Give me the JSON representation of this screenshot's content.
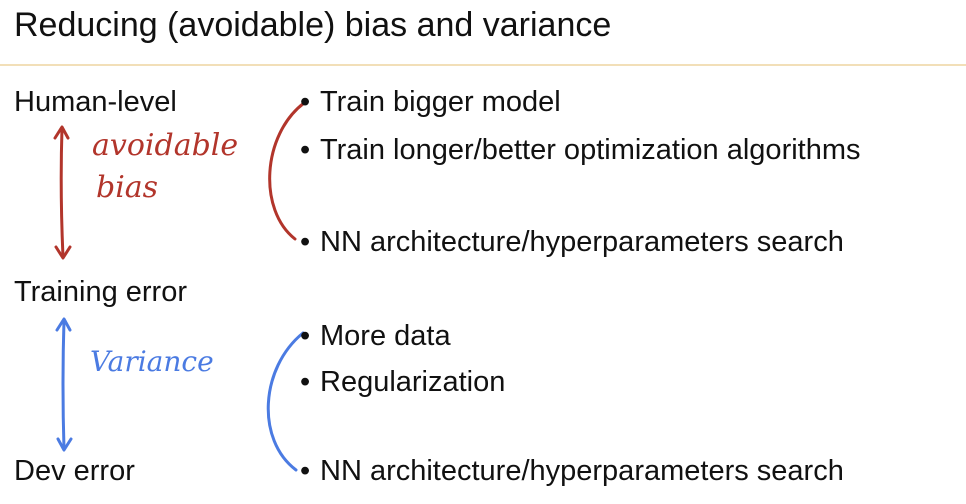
{
  "slide": {
    "title": "Reducing (avoidable) bias and variance"
  },
  "levels": {
    "human": "Human-level",
    "training": "Training error",
    "dev": "Dev error"
  },
  "bias": {
    "annotation_line1": "avoidable",
    "annotation_line2": "bias",
    "color": "#b2352b",
    "remedies": [
      "Train bigger model",
      "Train longer/better optimization algorithms",
      "NN architecture/hyperparameters search"
    ]
  },
  "variance": {
    "annotation": "Variance",
    "color": "#4b7be2",
    "remedies": [
      "More data",
      "Regularization",
      "NN architecture/hyperparameters search"
    ]
  },
  "bullet_glyph": "•"
}
